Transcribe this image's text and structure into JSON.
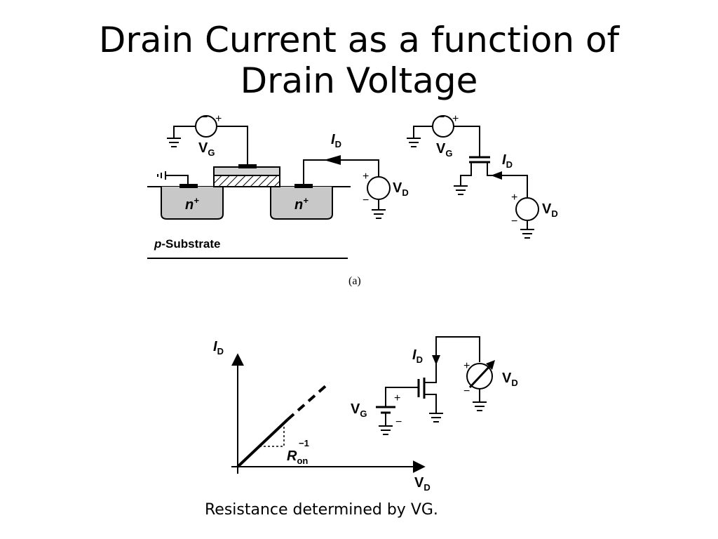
{
  "slide": {
    "title_line1": "Drain Current as a function of",
    "title_line2": "Drain Voltage",
    "caption": "Resistance determined by VG."
  },
  "figure_a": {
    "gate_source": "V",
    "gate_source_sub": "G",
    "drain_current": "I",
    "drain_current_sub": "D",
    "drain_source": "V",
    "drain_source_sub": "D",
    "n_plus": "n",
    "n_plus_sup": "+",
    "substrate_italic": "p",
    "substrate_rest": "-Substrate",
    "label": "(a)",
    "plus": "+",
    "minus": "−"
  },
  "figure_b": {
    "y_axis": "I",
    "y_axis_sub": "D",
    "x_axis": "V",
    "x_axis_sub": "D",
    "slope": "R",
    "slope_sub": "on",
    "slope_exp": "−1",
    "gate_source": "V",
    "gate_source_sub": "G",
    "drain_current": "I",
    "drain_current_sub": "D",
    "drain_source": "V",
    "drain_source_sub": "D",
    "plus": "+",
    "minus": "−"
  },
  "colors": {
    "substrate_fill": "#c8c8c8",
    "gate_fill": "#d4d4d4",
    "line": "#000000"
  }
}
